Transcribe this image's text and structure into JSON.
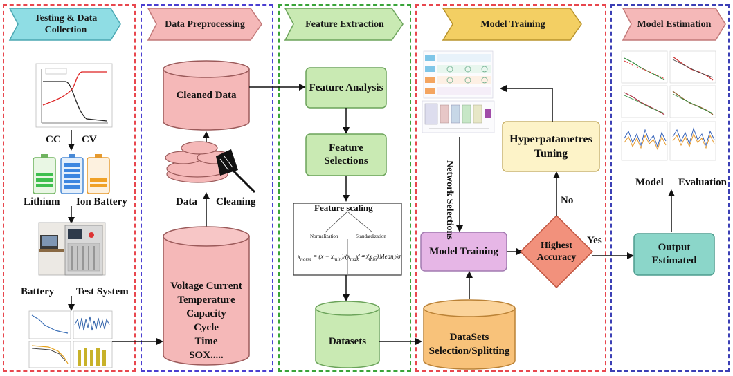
{
  "colors": {
    "panel1_border": "#e8474e",
    "panel2_border": "#4b3fd1",
    "panel3_border": "#3aa43a",
    "panel4_border": "#e8474e",
    "panel5_border": "#3b3fb5",
    "cyan_header": "#8fdde4",
    "pink": "#f5b8b8",
    "green": "#c9eab3",
    "yellow": "#f3cf63",
    "orange": "#f8c27a",
    "light_yellow": "#fdf3c8",
    "violet": "#e6b6e6",
    "diamond": "#f2917c",
    "teal": "#8bd6c9"
  },
  "stages": [
    {
      "title": "Testing & Data Collection"
    },
    {
      "title": "Data Preprocessing"
    },
    {
      "title": "Feature Extraction"
    },
    {
      "title": "Model Training"
    },
    {
      "title": "Model Estimation"
    }
  ],
  "collection": {
    "cc": "CC",
    "cv": "CV",
    "lithium": "Lithium",
    "ion_battery": "Ion Battery",
    "battery": "Battery",
    "test_system": "Test System"
  },
  "preprocessing": {
    "cleaned_data": "Cleaned Data",
    "data_label": "Data",
    "cleaning_label": "Cleaning",
    "raw_lines": [
      "Voltage Current",
      "Temperature",
      "Capacity",
      "Cycle",
      "Time",
      "SOX....."
    ]
  },
  "features": {
    "analysis": "Feature Analysis",
    "selections": "Feature Selections",
    "scaling_title": "Feature  scaling",
    "normalization": "Normalization",
    "standardization": "Standardization",
    "datasets": "Datasets"
  },
  "training": {
    "network_selections": "Network Selections",
    "model_training": "Model Training",
    "hyper": "Hyperpatametres Tuning",
    "accuracy": "Highest Accuracy",
    "no": "No",
    "yes": "Yes",
    "splitting": "DataSets Selection/Splitting"
  },
  "estimation": {
    "model_label": "Model",
    "evaluation_label": "Evaluation",
    "output": "Output Estimated"
  }
}
